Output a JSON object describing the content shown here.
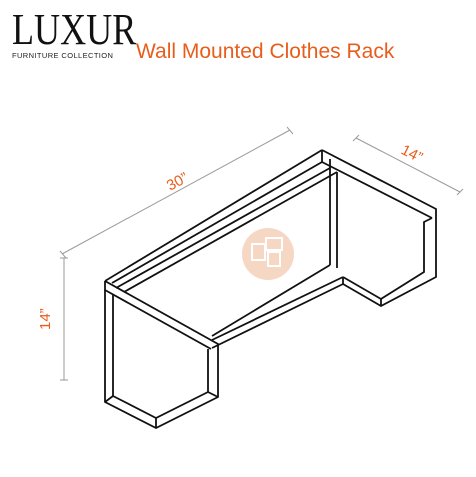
{
  "brand": {
    "name": "LUXUR",
    "tagline": "FURNITURE COLLECTION"
  },
  "title": "Wall Mounted Clothes Rack",
  "dimensions": {
    "length": "30”",
    "depth": "14”",
    "height": "14”"
  },
  "colors": {
    "accent": "#e85d1c",
    "line": "#111111",
    "guide": "#999999",
    "watermark": "#f6d7c4"
  }
}
